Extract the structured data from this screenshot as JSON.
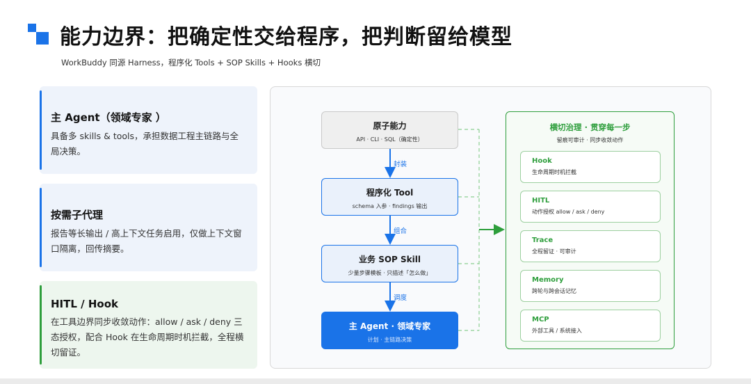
{
  "header": {
    "title": "能力边界：把确定性交给程序，把判断留给模型",
    "subtitle": "WorkBuddy 同源 Harness，程序化 Tools + SOP Skills + Hooks 横切"
  },
  "cards": [
    {
      "title": "主 Agent（领域专家 ）",
      "text": "具备多 skills & tools，承担数据工程主链路与全局决策。"
    },
    {
      "title": "按需子代理",
      "text": "报告等长输出 / 高上下文任务启用，仅做上下文窗口隔离，回传摘要。"
    },
    {
      "title": "HITL / Hook",
      "text": "在工具边界同步收敛动作：allow / ask / deny 三态授权，配合 Hook 在生命周期时机拦截，全程横切留证。"
    }
  ],
  "stack": [
    {
      "title": "原子能力",
      "sub": "API · CLI · SQL（确定性）"
    },
    {
      "title": "程序化 Tool",
      "sub": "schema 入参 · findings 输出"
    },
    {
      "title": "业务 SOP Skill",
      "sub": "少量步骤模板 · 只描述「怎么做」"
    },
    {
      "title": "主 Agent · 领域专家",
      "sub": "计划 · 主链路决策"
    }
  ],
  "edges": [
    "封装",
    "组合",
    "调度"
  ],
  "governance": {
    "title": "横切治理 · 贯穿每一步",
    "sub": "留痕可审计 · 同步收敛动作",
    "items": [
      {
        "name": "Hook",
        "desc": "生命周期时机拦截"
      },
      {
        "name": "HITL",
        "desc": "动作授权 allow / ask / deny"
      },
      {
        "name": "Trace",
        "desc": "全程留证 · 可审计"
      },
      {
        "name": "Memory",
        "desc": "跨轮与跨会话记忆"
      },
      {
        "name": "MCP",
        "desc": "外部工具 / 系统接入"
      }
    ]
  },
  "colors": {
    "accent": "#1a73e8",
    "governance": "#2e9e3c"
  }
}
